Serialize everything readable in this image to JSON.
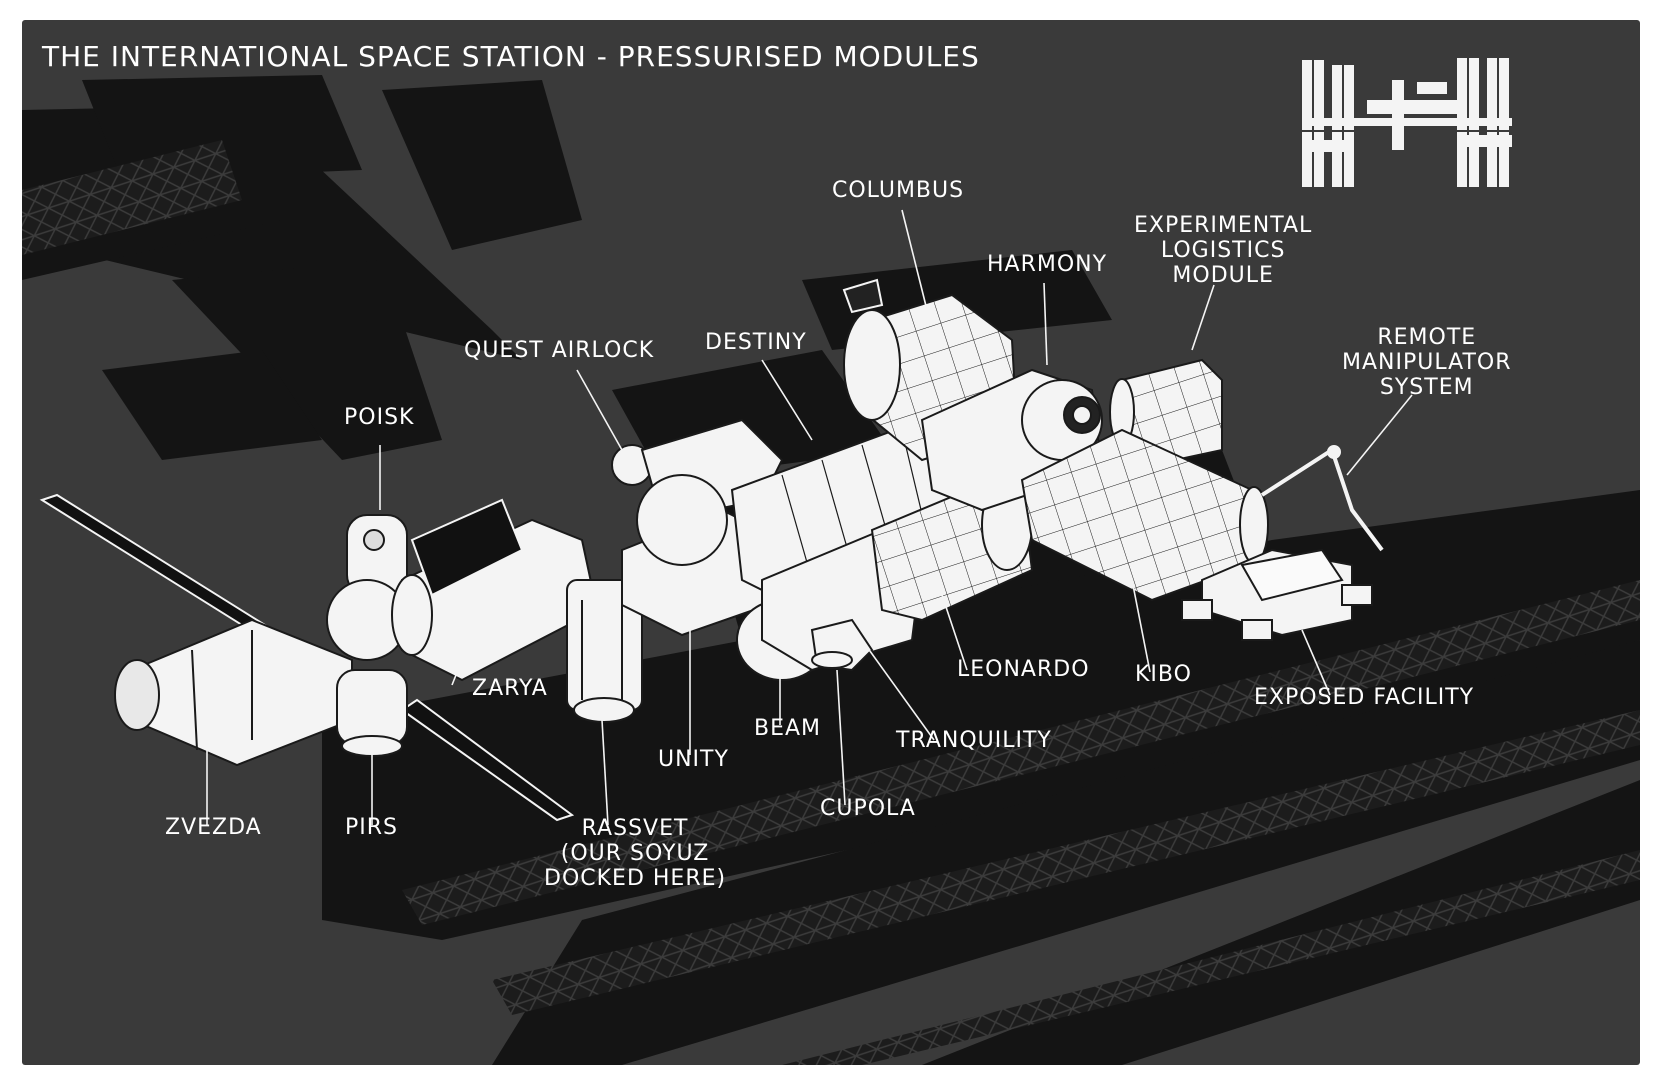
{
  "title": "THE INTERNATIONAL SPACE STATION - PRESSURISED MODULES",
  "colors": {
    "background": "#3a3a3a",
    "shadow": "#141414",
    "module_fill": "#f4f4f4",
    "module_line": "#1a1a1a",
    "text": "#ffffff"
  },
  "icons": {
    "station_silhouette": "iss-silhouette-icon"
  },
  "labels": {
    "columbus": "COLUMBUS",
    "harmony": "HARMONY",
    "elm": [
      "EXPERIMENTAL",
      "LOGISTICS",
      "MODULE"
    ],
    "rms": [
      "REMOTE",
      "MANIPULATOR",
      "SYSTEM"
    ],
    "quest": "QUEST AIRLOCK",
    "destiny": "DESTINY",
    "poisk": "POISK",
    "zarya": "ZARYA",
    "unity": "UNITY",
    "beam": "BEAM",
    "leonardo": "LEONARDO",
    "kibo": "KIBO",
    "exposed": "EXPOSED FACILITY",
    "tranquility": "TRANQUILITY",
    "cupola": "CUPOLA",
    "zvezda": "ZVEZDA",
    "pirs": "PIRS",
    "rassvet": [
      "RASSVET",
      "(OUR SOYUZ",
      "DOCKED HERE)"
    ]
  }
}
